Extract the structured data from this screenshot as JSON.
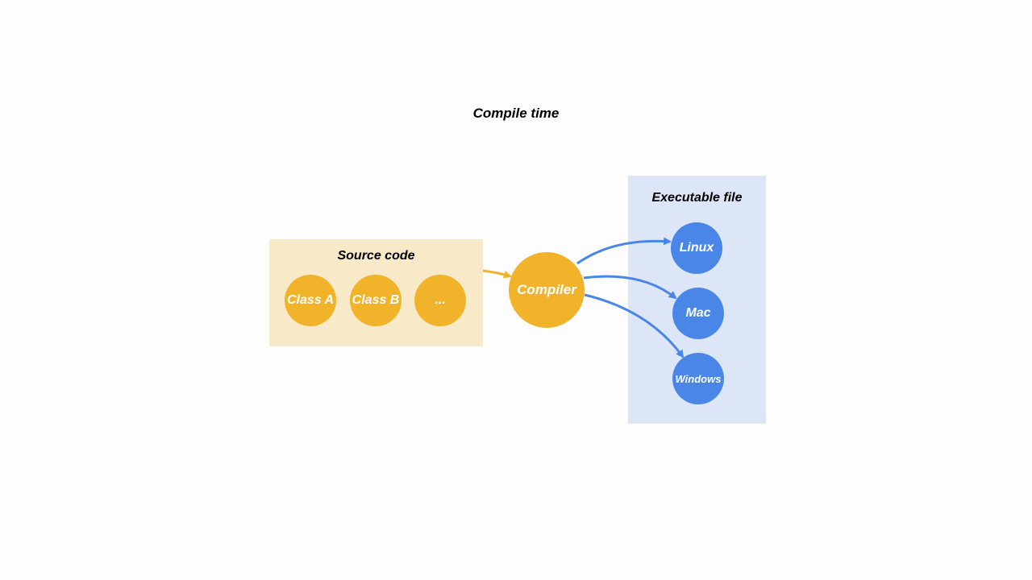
{
  "title": "Compile time",
  "source_code": {
    "label": "Source code",
    "items": [
      "Class A",
      "Class B",
      "..."
    ]
  },
  "compiler": {
    "label": "Compiler"
  },
  "executable": {
    "label": "Executable file",
    "targets": [
      "Linux",
      "Mac",
      "Windows"
    ]
  },
  "colors": {
    "source_panel": "#f8e9c8",
    "source_node": "#f0b32a",
    "executable_panel": "#dce6f6",
    "executable_node": "#4a86e8",
    "arrow_orange": "#f0b32a",
    "arrow_blue": "#4a86e8"
  }
}
